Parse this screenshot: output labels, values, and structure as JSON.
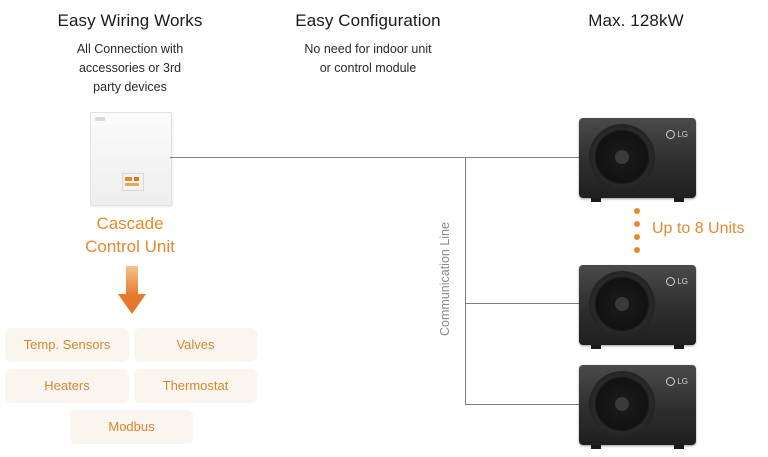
{
  "columns": {
    "wiring": {
      "title": "Easy Wiring Works",
      "subtitle_lines": [
        "All Connection with",
        "accessories or 3rd",
        "party devices"
      ]
    },
    "config": {
      "title": "Easy Configuration",
      "subtitle_lines": [
        "No need for indoor unit",
        "or control module"
      ]
    },
    "capacity": {
      "title": "Max. 128kW"
    }
  },
  "cascade": {
    "label_lines": [
      "Cascade",
      "Control Unit"
    ]
  },
  "accessories": [
    "Temp. Sensors",
    "Valves",
    "Heaters",
    "Thermostat",
    "Modbus"
  ],
  "communication_line": "Communication Line",
  "units_label": "Up to 8 Units",
  "unit_brand": "LG",
  "colors": {
    "accent": "#e58a2c",
    "accessory_bg": "#faf6ef",
    "unit_body": "#2e2e2e",
    "line": "#7f7f7f"
  }
}
